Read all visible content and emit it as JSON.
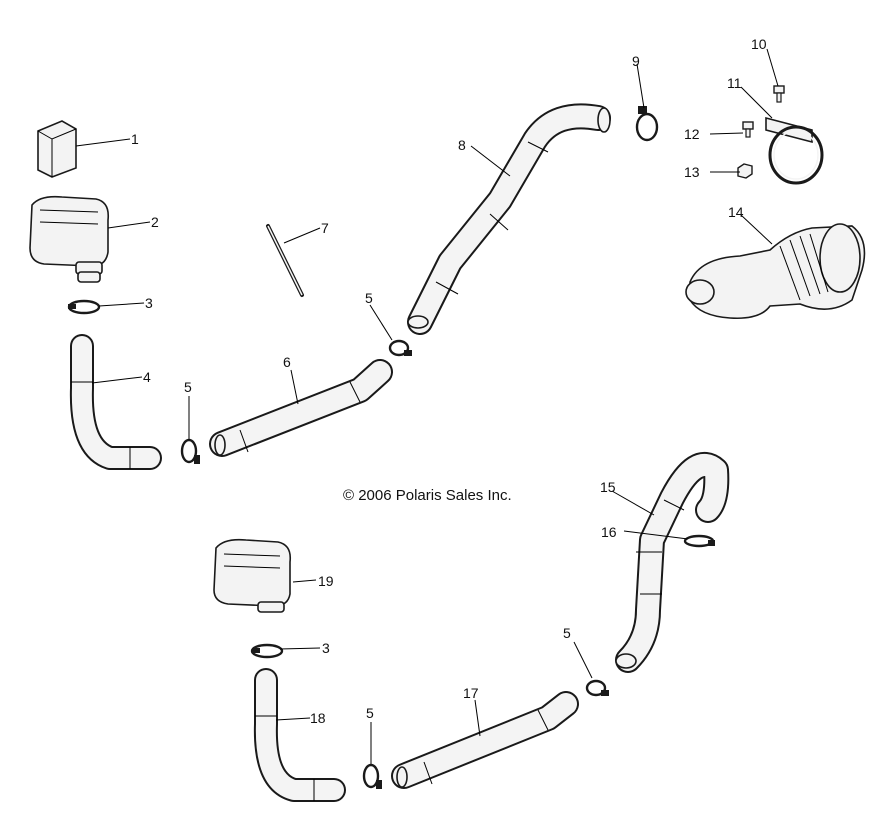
{
  "copyright": "© 2006 Polaris Sales Inc.",
  "callouts": [
    "1",
    "2",
    "3",
    "4",
    "5",
    "6",
    "7",
    "8",
    "9",
    "10",
    "11",
    "12",
    "13",
    "14",
    "15",
    "16",
    "3",
    "17",
    "5",
    "18",
    "5",
    "19",
    "5"
  ],
  "colors": {
    "line": "#1a1a1a",
    "part_fill": "#f3f3f3",
    "background": "#ffffff"
  }
}
